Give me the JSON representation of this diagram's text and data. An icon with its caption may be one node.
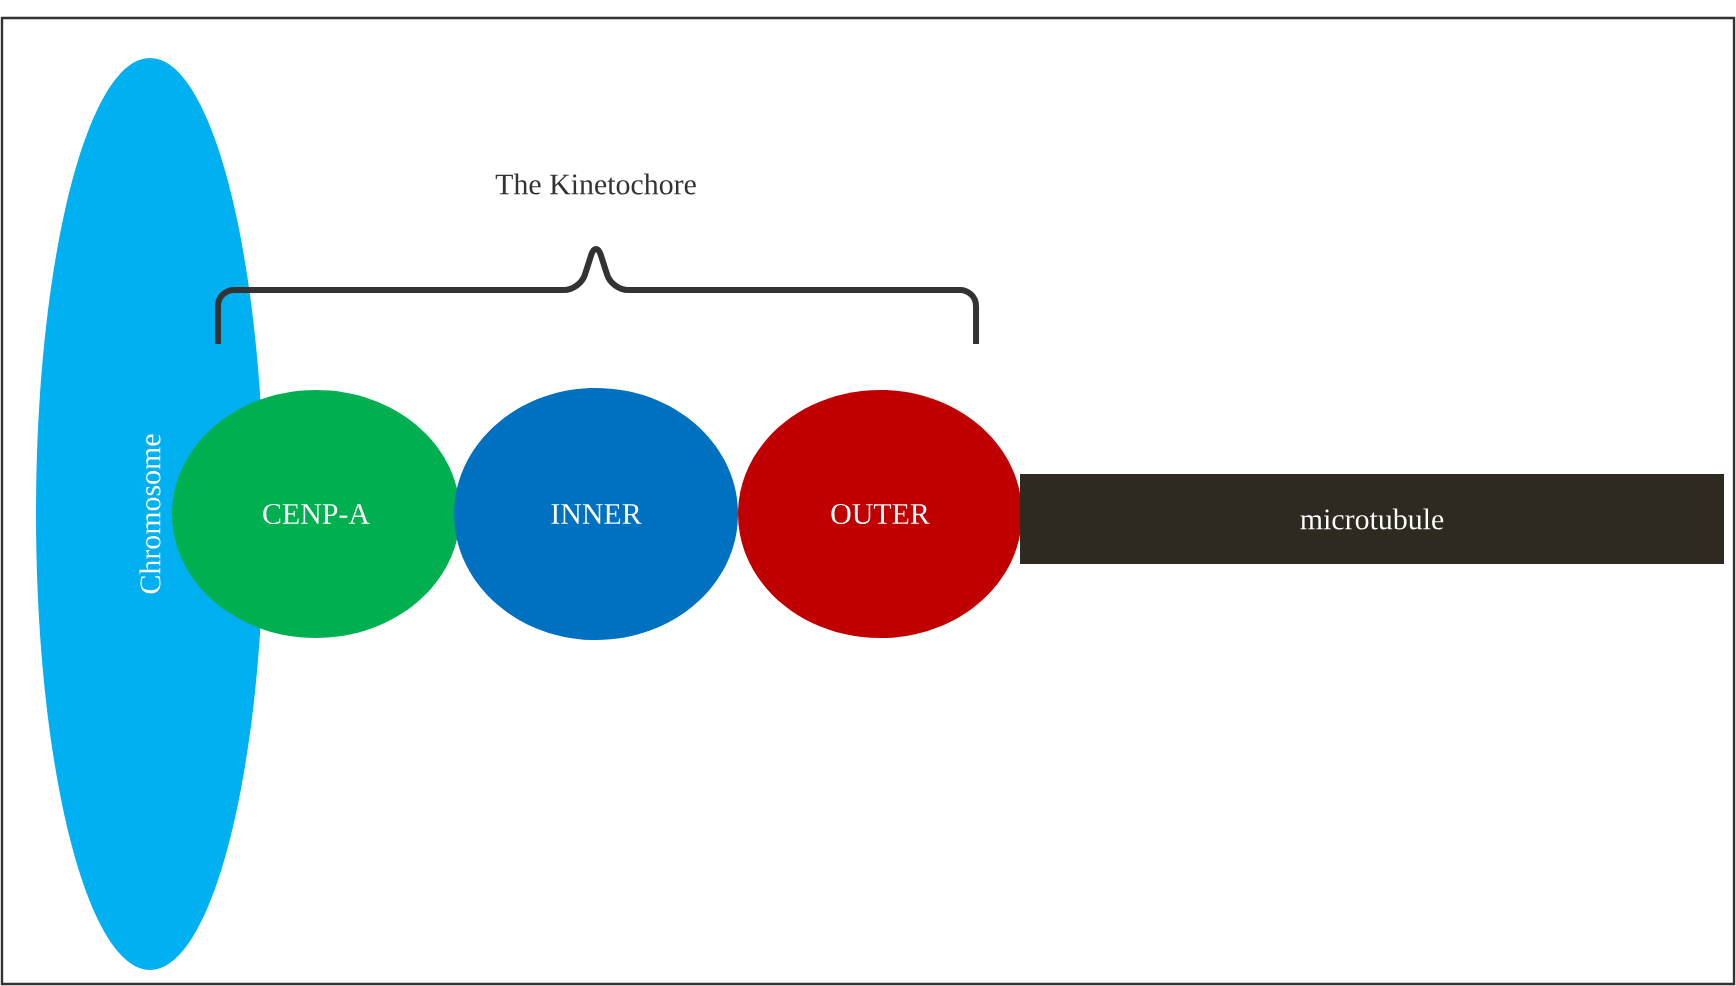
{
  "diagram": {
    "nodes": [
      {
        "text": [
          "Chromosome"
        ]
      },
      {
        "text": [
          "CENP-A"
        ]
      },
      {
        "text": [
          "INNER"
        ]
      },
      {
        "text": [
          "OUTER"
        ]
      },
      {
        "text": [
          "microtubule"
        ]
      }
    ],
    "labels": [
      "The Kinetochore"
    ]
  }
}
